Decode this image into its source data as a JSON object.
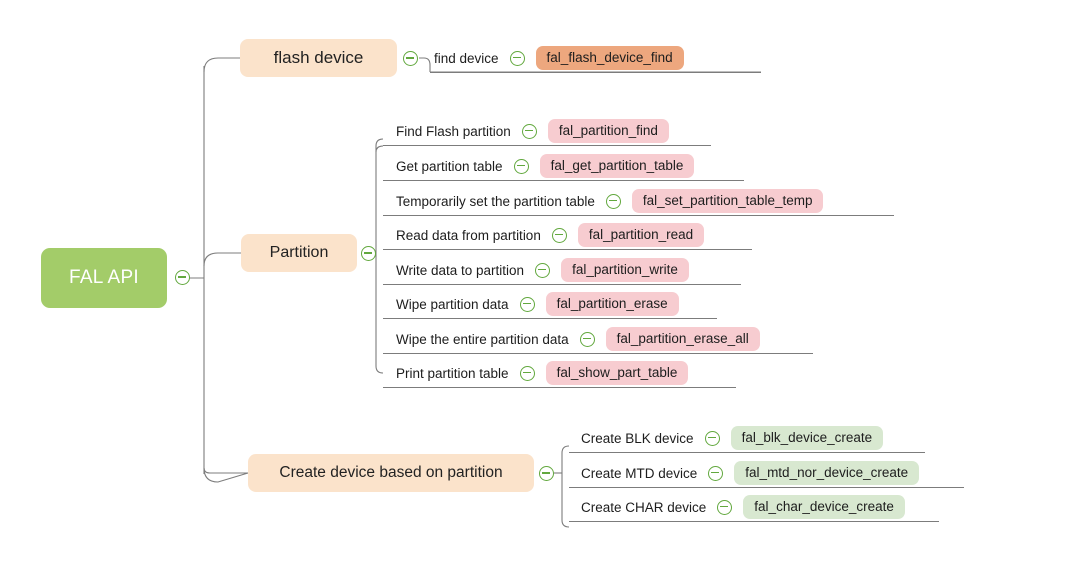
{
  "diagram": {
    "type": "mindmap",
    "title": "FAL API",
    "background": "#ffffff",
    "colors": {
      "root_fill": "#a3cc69",
      "root_text": "#ffffff",
      "branch_fill": "#fbe3cb",
      "badge_orange": "#eda77e",
      "badge_pink": "#f7ccd0",
      "badge_green": "#d8e8d0",
      "connector": "#7c7c7c",
      "toggle_stroke": "#62a83e"
    },
    "toggle_icon": "collapse-minus-icon"
  },
  "root": {
    "label": "FAL API"
  },
  "branches": [
    {
      "label": "flash device",
      "badge_color": "orange",
      "children": [
        {
          "text": "find device",
          "fn": "fal_flash_device_find"
        }
      ]
    },
    {
      "label": "Partition",
      "badge_color": "pink",
      "children": [
        {
          "text": "Find Flash partition",
          "fn": "fal_partition_find"
        },
        {
          "text": "Get partition table",
          "fn": "fal_get_partition_table"
        },
        {
          "text": "Temporarily set the partition table",
          "fn": "fal_set_partition_table_temp"
        },
        {
          "text": "Read data from partition",
          "fn": "fal_partition_read"
        },
        {
          "text": "Write data to partition",
          "fn": "fal_partition_write"
        },
        {
          "text": "Wipe partition data",
          "fn": "fal_partition_erase"
        },
        {
          "text": "Wipe the entire partition data",
          "fn": "fal_partition_erase_all"
        },
        {
          "text": "Print partition table",
          "fn": "fal_show_part_table"
        }
      ]
    },
    {
      "label": "Create device based on partition",
      "badge_color": "green",
      "children": [
        {
          "text": "Create BLK device",
          "fn": "fal_blk_device_create"
        },
        {
          "text": "Create MTD device",
          "fn": "fal_mtd_nor_device_create"
        },
        {
          "text": "Create CHAR device",
          "fn": "fal_char_device_create"
        }
      ]
    }
  ]
}
